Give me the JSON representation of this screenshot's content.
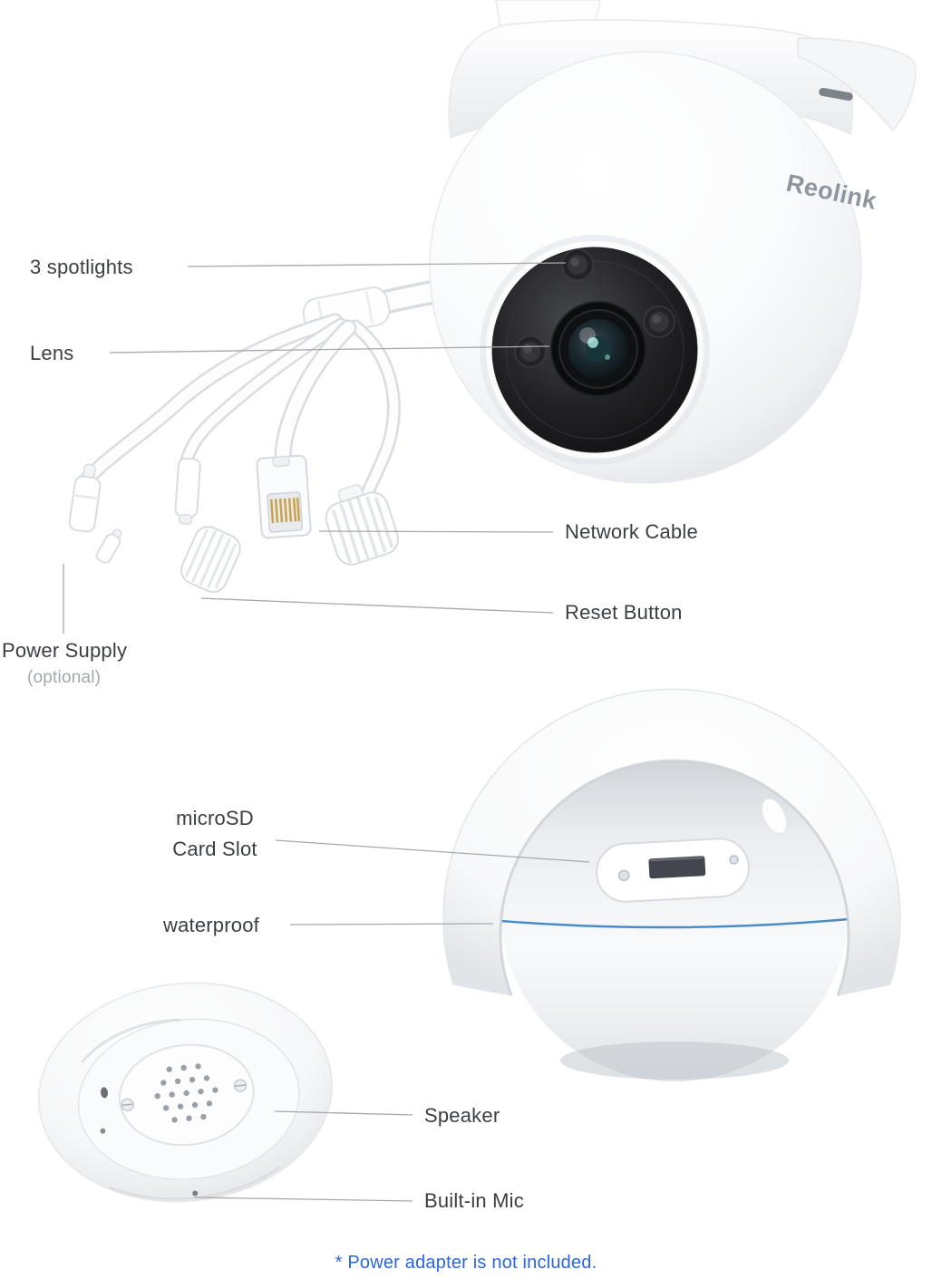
{
  "brand": "Reolink",
  "annotations": {
    "spotlights": "3 spotlights",
    "lens": "Lens",
    "network_cable": "Network Cable",
    "reset_button": "Reset Button",
    "power_supply": "Power Supply",
    "power_supply_note": "(optional)",
    "microsd_card_slot": "microSD Card Slot",
    "waterproof": "waterproof",
    "speaker": "Speaker",
    "builtin_mic": "Built-in Mic"
  },
  "footnote": "* Power adapter is not included.",
  "colors": {
    "label_text": "#3b3e42",
    "muted_text": "#a3a6ab",
    "leader_line": "#a8a8a8",
    "footnote_blue": "#2b66e0",
    "waterproof_seam_blue": "#3f86c6",
    "brand_logo_gray": "#8e959e"
  }
}
